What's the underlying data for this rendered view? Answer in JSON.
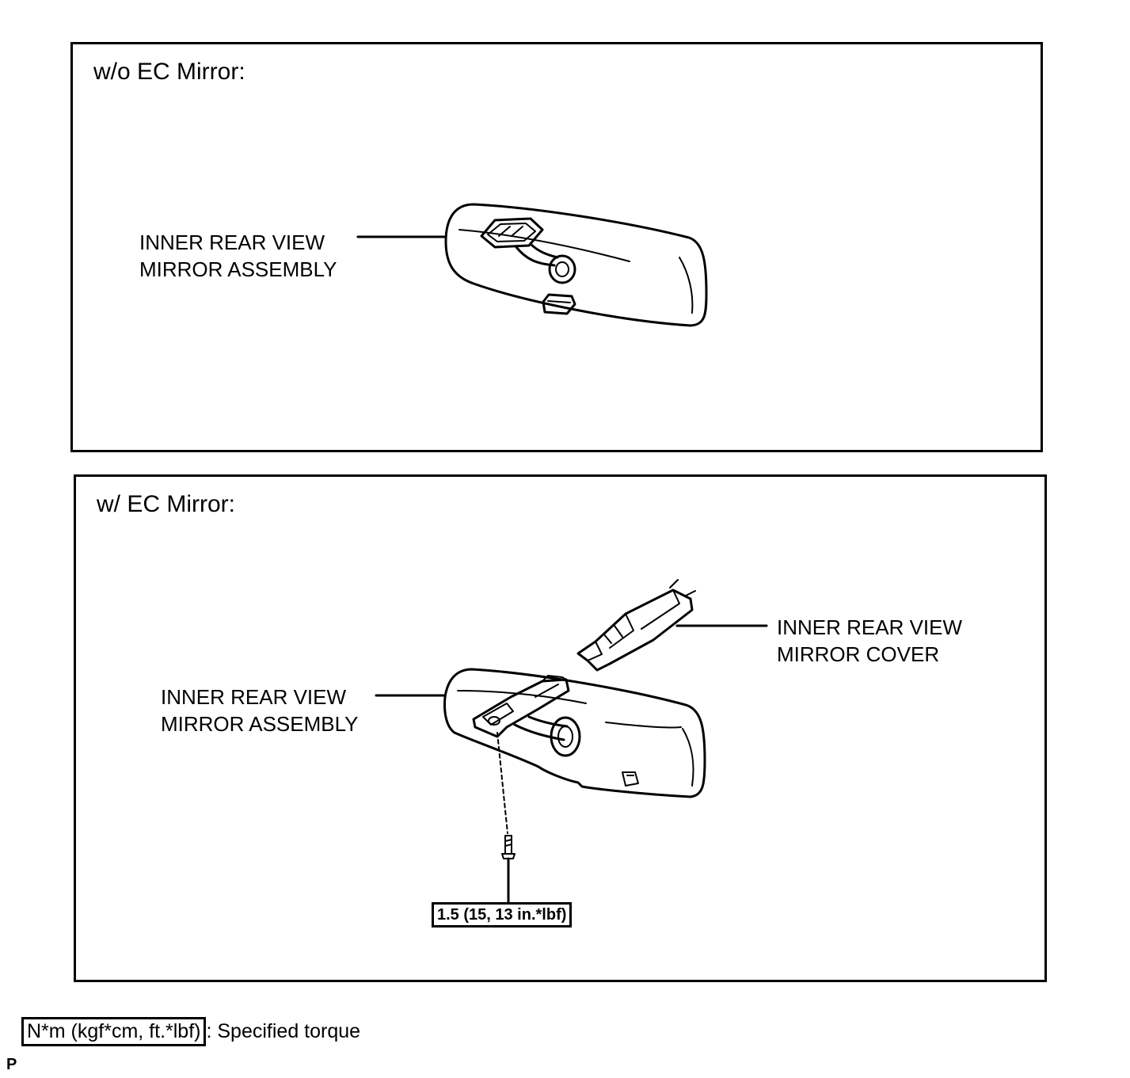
{
  "top_panel": {
    "title": "w/o EC Mirror:",
    "callout": {
      "line1": "INNER REAR VIEW",
      "line2": "MIRROR ASSEMBLY"
    }
  },
  "bottom_panel": {
    "title": "w/ EC Mirror:",
    "cover_callout": {
      "line1": "INNER REAR VIEW",
      "line2": "MIRROR COVER"
    },
    "assembly_callout": {
      "line1": "INNER REAR VIEW",
      "line2": "MIRROR ASSEMBLY"
    },
    "torque_spec": "1.5 (15, 13 in.*lbf)"
  },
  "legend": {
    "box_text": "N*m (kgf*cm, ft.*lbf)",
    "description": ": Specified torque"
  },
  "corner_mark": "P"
}
